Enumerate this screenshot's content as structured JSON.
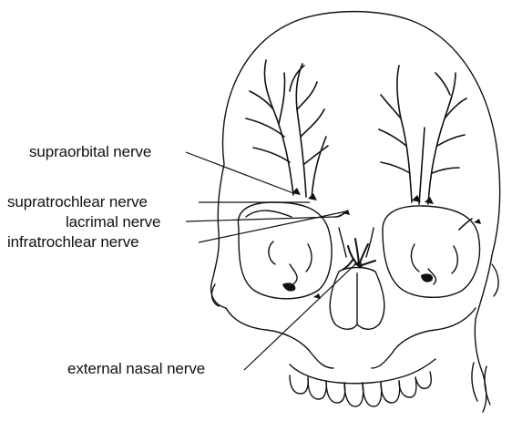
{
  "labels": {
    "supraorbital": "supraorbital nerve",
    "supratrochlear": "supratrochlear nerve",
    "lacrimal": "lacrimal nerve",
    "infratrochlear": "infratrochlear nerve",
    "external_nasal": "external nasal nerve"
  },
  "colors": {
    "ink": "#111111",
    "background": "#ffffff"
  }
}
